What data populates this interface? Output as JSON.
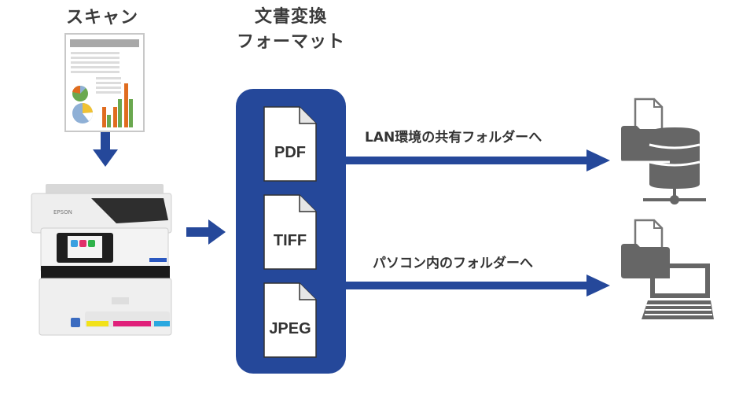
{
  "diagram": {
    "scan_title": "スキャン",
    "format_title_line1": "文書変換",
    "format_title_line2": "フォーマット",
    "formats": [
      {
        "label": "PDF"
      },
      {
        "label": "TIFF"
      },
      {
        "label": "JPEG"
      }
    ],
    "routes": [
      {
        "label": "LAN環境の共有フォルダーへ",
        "destination_icon": "server-folder-icon"
      },
      {
        "label": "パソコン内のフォルダーへ",
        "destination_icon": "laptop-folder-icon"
      }
    ],
    "printer_brand": "EPSON",
    "colors": {
      "accent_blue": "#25489a",
      "icon_gray": "#666666"
    }
  }
}
